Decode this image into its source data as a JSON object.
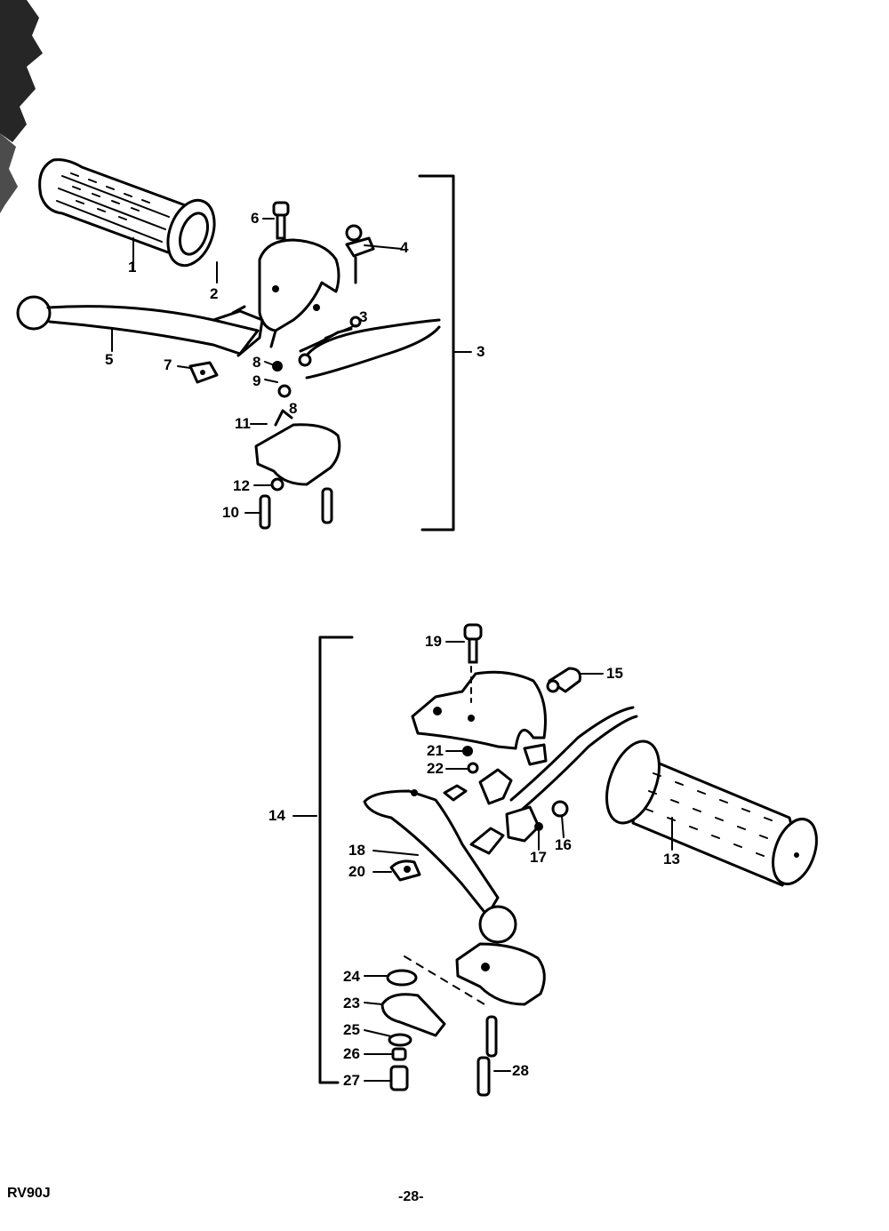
{
  "footer": {
    "model_code": "RV90J",
    "page_number": "-28-"
  },
  "labels": {
    "p1": "1",
    "p2": "2",
    "p3": "3",
    "p4": "4",
    "p5": "5",
    "p6": "6",
    "p7": "7",
    "p8": "8",
    "p8b": "8",
    "p9": "9",
    "p10": "10",
    "p11": "11",
    "p12": "12",
    "p13": "13",
    "p14": "14",
    "p15": "15",
    "p16": "16",
    "p17": "17",
    "p18": "18",
    "p19": "19",
    "p20": "20",
    "p21": "21",
    "p22": "22",
    "p23": "23",
    "p24": "24",
    "p25": "25",
    "p26": "26",
    "p27": "27",
    "p28": "28"
  }
}
